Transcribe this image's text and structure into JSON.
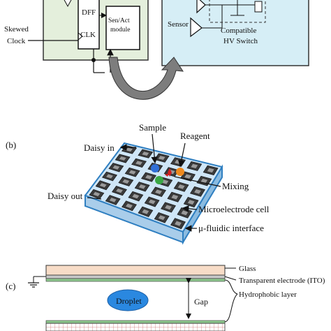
{
  "panel_a": {
    "dff": "DFF",
    "clk": "CLK",
    "sen_act_line1": "Sen/Act",
    "sen_act_line2": "module",
    "skewed_line1": "Skewed",
    "skewed_line2": "Clock",
    "sensor": "Sensor",
    "compatible": "Compatible",
    "hv_switch": "HV Switch",
    "colors": {
      "left_fill": "#e4efdc",
      "right_fill": "#d6eef6",
      "arrow": "#7d7d7d"
    }
  },
  "panel_b": {
    "label": "(b)",
    "sample": "Sample",
    "reagent": "Reagent",
    "daisy_in": "Daisy in",
    "mixing": "Mixing",
    "daisy_out": "Daisy out",
    "microelectrode": "Microelectrode cell",
    "fluidic": "μ-fluidic interface",
    "colors": {
      "chip_fill": "#cfe6f7",
      "chip_edge": "#2f7fc1",
      "droplet_blue": "#2f6fd6",
      "droplet_green": "#3aa845",
      "droplet_orange": "#ef8a1e",
      "mix": "#d21f1f"
    }
  },
  "panel_c": {
    "label": "(c)",
    "glass": "Glass",
    "ito": "Transparent electrode (ITO)",
    "droplet": "Droplet",
    "gap": "Gap",
    "hydrophobic": "Hydrophobic layer",
    "colors": {
      "glass": "#f7dcc7",
      "ito": "#c7c7c7",
      "hydrophobic": "#8fc98f",
      "droplet": "#2a88e0"
    }
  }
}
